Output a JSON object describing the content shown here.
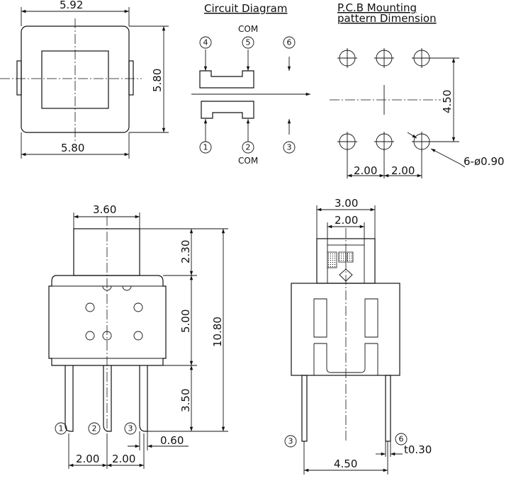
{
  "top_view": {
    "width_top": "5.92",
    "height_right": "5.80",
    "width_bottom": "5.80"
  },
  "circuit": {
    "title": "Circuit Diagram",
    "com_top": "COM",
    "com_bottom": "COM",
    "pins_top": [
      "4",
      "5",
      "6"
    ],
    "pins_bottom": [
      "1",
      "2",
      "3"
    ]
  },
  "pcb": {
    "title_line1": "P.C.B Mounting",
    "title_line2": "pattern Dimension",
    "row_spacing": "4.50",
    "pitch_1": "2.00",
    "pitch_2": "2.00",
    "hole_callout": "6-ø0.90"
  },
  "front_view": {
    "plunger_width": "3.60",
    "plunger_height": "2.30",
    "body_height": "5.00",
    "pin_length": "3.50",
    "total_height": "10.80",
    "pin_width": "0.60",
    "pitch_1": "2.00",
    "pitch_2": "2.00",
    "pins": [
      "1",
      "2",
      "3"
    ]
  },
  "side_view": {
    "top_width": "3.00",
    "inner_width": "2.00",
    "pin_spacing": "4.50",
    "thickness": "t0.30",
    "pin_left": "3",
    "pin_right": "6"
  }
}
